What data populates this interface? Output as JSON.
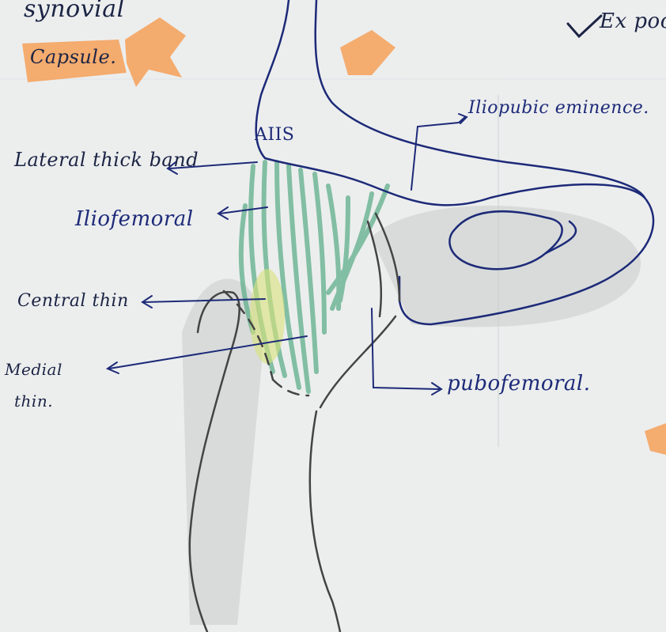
{
  "notes": {
    "top_left": "synovial",
    "capsule": "Capsule.",
    "top_right": "Ex poo"
  },
  "labels": {
    "aiis": "AIIS",
    "lateral_band": "Lateral thick band",
    "iliofemoral": "Iliofemoral",
    "central_thin": "Central thin",
    "medial_line1": "Medial",
    "medial_line2": "thin.",
    "iliopubic": "Iliopubic eminence.",
    "pubofemoral": "pubofemoral."
  },
  "colors": {
    "paper": "#eceeee",
    "ink_blue": "#1d2a78",
    "ink_dark": "#1c2444",
    "ligament_green": "#5fae8a",
    "highlight_yellow": "#d9e37a",
    "highlighter_orange": "#f7a25c",
    "pencil_gray": "#5a5a5a"
  }
}
